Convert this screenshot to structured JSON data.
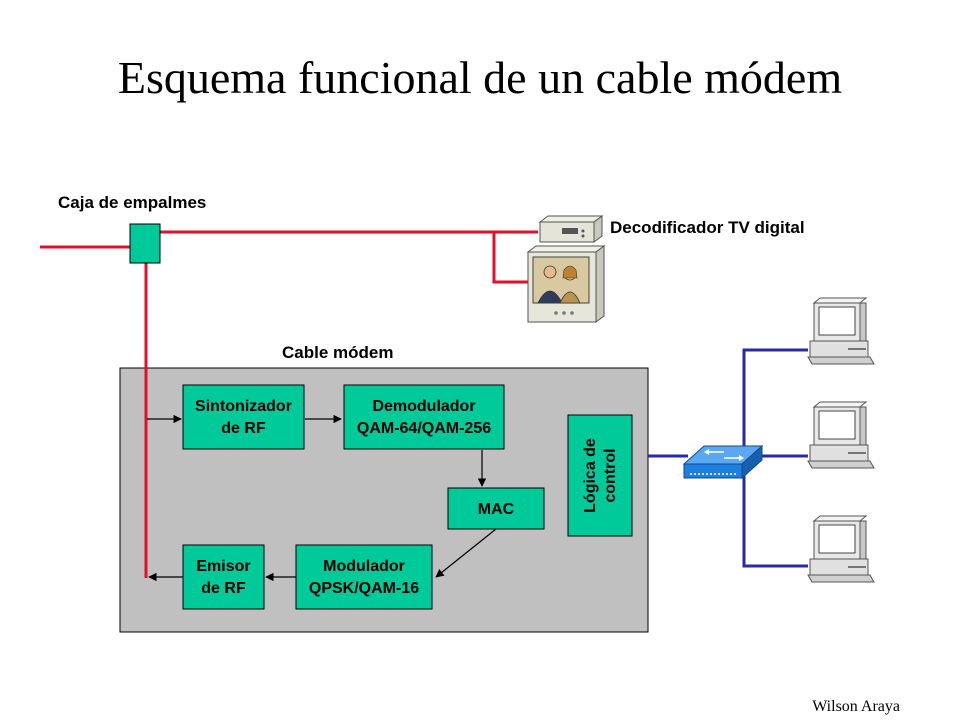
{
  "title": "Esquema funcional de un cable módem",
  "labels": {
    "splice_box": "Caja de empalmes",
    "tv_decoder": "Decodificador TV digital",
    "cable_modem": "Cable módem"
  },
  "blocks": {
    "tuner": [
      "Sintonizador",
      "de RF"
    ],
    "demodulator": [
      "Demodulador",
      "QAM-64/QAM-256"
    ],
    "mac": "MAC",
    "modulator": [
      "Modulador",
      "QPSK/QAM-16"
    ],
    "transmitter": [
      "Emisor",
      "de RF"
    ],
    "control_logic": [
      "Lógica de",
      "control"
    ]
  },
  "footer": "Wilson Araya",
  "colors": {
    "rf_line": "#e0102a",
    "lan_line": "#2a2aa8",
    "block_fill": "#00c99a",
    "modem_fill": "#c0c0c0",
    "switch_fill": "#1f7fe0"
  },
  "icons": [
    "set-top-box-icon",
    "tv-icon",
    "switch-icon",
    "computer-icon"
  ]
}
